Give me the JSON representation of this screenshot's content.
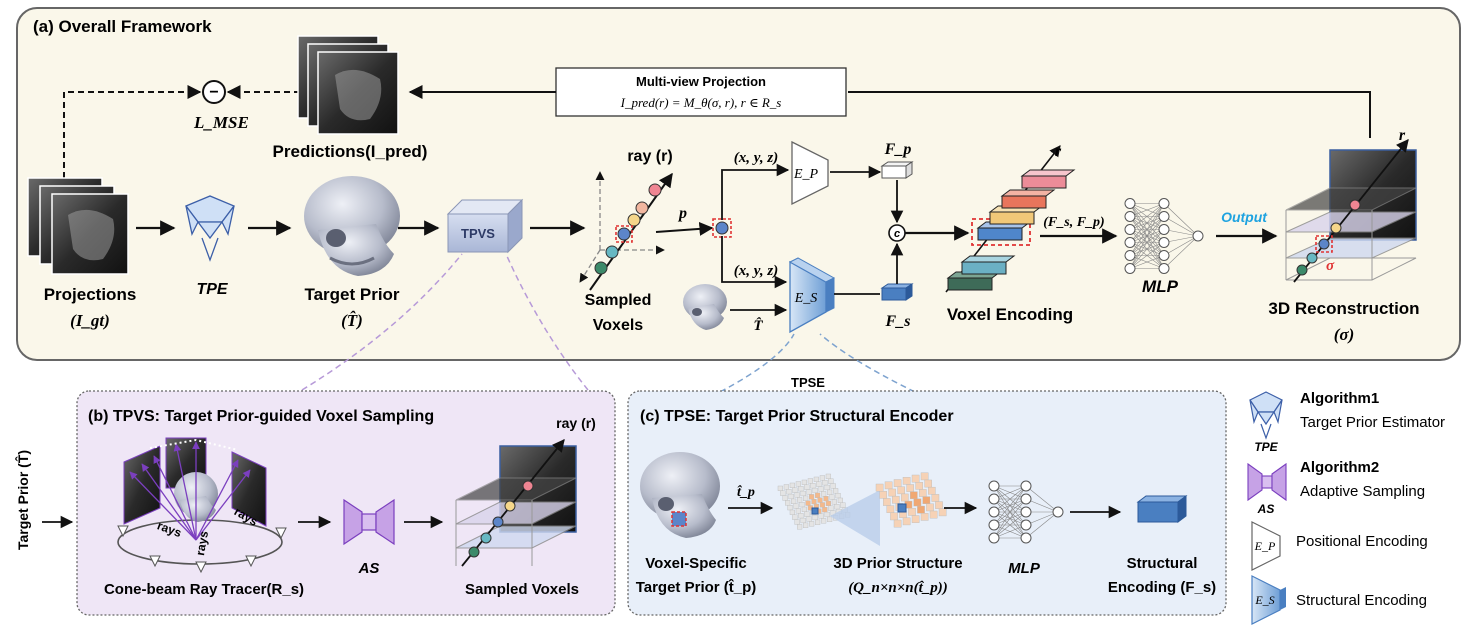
{
  "panels": {
    "overall": "(a) Overall Framework",
    "tpvs": "(b) TPVS: Target Prior-guided Voxel Sampling",
    "tpse": "(c) TPSE: Target Prior Structural  Encoder",
    "tpse_tag": "TPSE"
  },
  "top": {
    "projection_title": "Multi-view Projection",
    "projection_formula": "I_pred(r) = M_θ(σ, r), r ∈ R_s",
    "loss": "L_MSE",
    "minus": "−",
    "predictions": "Predictions(I_pred)"
  },
  "pipeline": {
    "projections": "Projections",
    "projections_sym": "(I_gt)",
    "tpe": "TPE",
    "target_prior": "Target Prior",
    "target_prior_sym": "(T̂)",
    "tpvs": "TPVS",
    "ray": "ray (r)",
    "sampled_voxels_1": "Sampled",
    "sampled_voxels_2": "Voxels",
    "p": "p",
    "xyz_top": "(x, y, z)",
    "xyz_bottom": "(x, y, z)",
    "ep": "E_P",
    "es": "E_S",
    "t_hat": "T̂",
    "fp": "F_p",
    "fs": "F_s",
    "concat": "c",
    "r": "r",
    "voxel_encoding": "Voxel Encoding",
    "fs_fp": "(F_s, F_p)",
    "mlp": "MLP",
    "output": "Output",
    "recon_r": "r",
    "sigma": "σ",
    "reconstruction": "3D  Reconstruction",
    "reconstruction_sym": "(σ)"
  },
  "tpvs_panel": {
    "side_label": "Target Prior (T̂)",
    "rays_a": "rays",
    "rays_b": "rays",
    "rays_c": "rays",
    "cone_beam": "Cone-beam Ray Tracer(R_s)",
    "as": "AS",
    "ray": "ray (r)",
    "sampled": "Sampled Voxels"
  },
  "tpse_panel": {
    "t_p": "t̂_p",
    "voxel_specific_1": "Voxel-Specific",
    "voxel_specific_2": "Target Prior (t̂_p)",
    "prior_structure_1": "3D Prior Structure",
    "prior_structure_2": "(Q_n×n×n(t̂_p))",
    "mlp": "MLP",
    "structural_1": "Structural",
    "structural_2": "Encoding (F_s)"
  },
  "legend": {
    "alg1_title": "Algorithm1",
    "alg1_desc": "Target Prior Estimator",
    "tpe": "TPE",
    "alg2_title": "Algorithm2",
    "alg2_desc": "Adaptive Sampling",
    "as": "AS",
    "ep": "E_P",
    "pe": "Positional Encoding",
    "es": "E_S",
    "se": "Structural Encoding"
  },
  "colors": {
    "panel_a": "#faf7ea",
    "panel_b": "#efe6f6",
    "panel_c": "#e8eff9",
    "purple": "#7b3fbf",
    "blue": "#4a7fc1"
  }
}
